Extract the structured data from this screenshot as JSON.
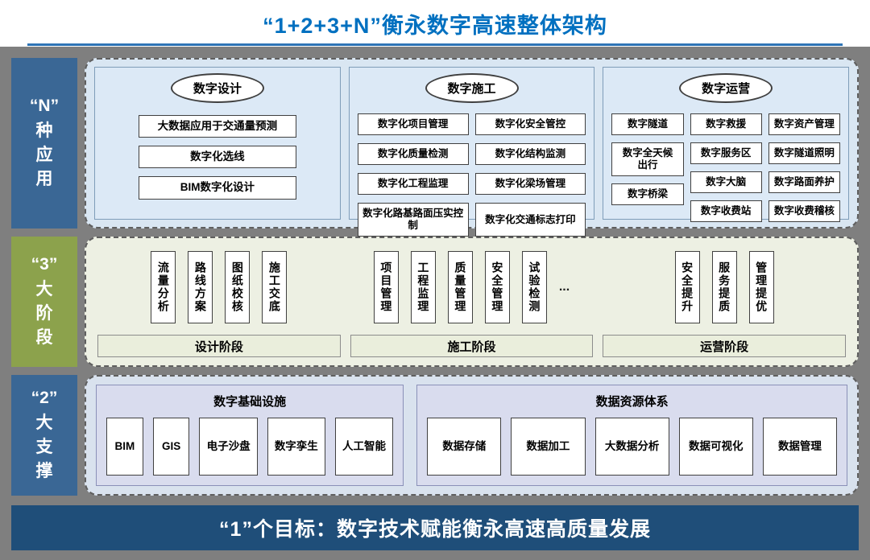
{
  "title": "“1+2+3+N”衡永数字高速整体架构",
  "colors": {
    "title_blue": "#0070C0",
    "canvas_gray": "#7F7F7F",
    "sidebar_blue": "#3A6795",
    "sidebar_green": "#8CA24C",
    "apps_container_blue": "#D9E6F2",
    "stages_container_green": "#EDF0E3",
    "support_container_blue": "#D9E2EE",
    "goal_bar_blue": "#1F4E79"
  },
  "n_row": {
    "sidebar_label": "“N”\n种\n应\n用",
    "design": {
      "title": "数字设计",
      "items": [
        "大数据应用于交通量预测",
        "数字化选线",
        "BIM数字化设计"
      ]
    },
    "construction": {
      "title": "数字施工",
      "items": [
        "数字化项目管理",
        "数字化安全管控",
        "数字化质量检测",
        "数字化结构监测",
        "数字化工程监理",
        "数字化梁场管理",
        "数字化路基路面压实控制",
        "数字化交通标志打印"
      ]
    },
    "operation": {
      "title": "数字运营",
      "col1": [
        "数字隧道",
        "数字全天候\n出行",
        "数字桥梁"
      ],
      "col2": [
        "数字救援",
        "数字服务区",
        "数字大脑",
        "数字收费站"
      ],
      "col3": [
        "数字资产管理",
        "数字隧道照明",
        "数字路面养护",
        "数字收费稽核"
      ]
    }
  },
  "stages_row": {
    "sidebar_label": "“3”\n大\n阶\n段",
    "design": {
      "items": [
        "流量分析",
        "路线方案",
        "图纸校核",
        "施工交底"
      ],
      "label": "设计阶段"
    },
    "construction": {
      "items": [
        "项目管理",
        "工程监理",
        "质量管理",
        "安全管理",
        "试验检测"
      ],
      "ellipsis": "...",
      "label": "施工阶段"
    },
    "operation": {
      "items": [
        "安全提升",
        "服务提质",
        "管理提优"
      ],
      "label": "运营阶段"
    }
  },
  "support_row": {
    "sidebar_label": "“2”\n大\n支\n撑",
    "infrastructure": {
      "title": "数字基础设施",
      "items": [
        "BIM",
        "GIS",
        "电子沙盘",
        "数字孪生",
        "人工智能"
      ]
    },
    "data_resources": {
      "title": "数据资源体系",
      "items": [
        "数据存储",
        "数据加工",
        "大数据分析",
        "数据可视化",
        "数据管理"
      ]
    }
  },
  "goal_bar": "“1”个目标：数字技术赋能衡永高速高质量发展"
}
